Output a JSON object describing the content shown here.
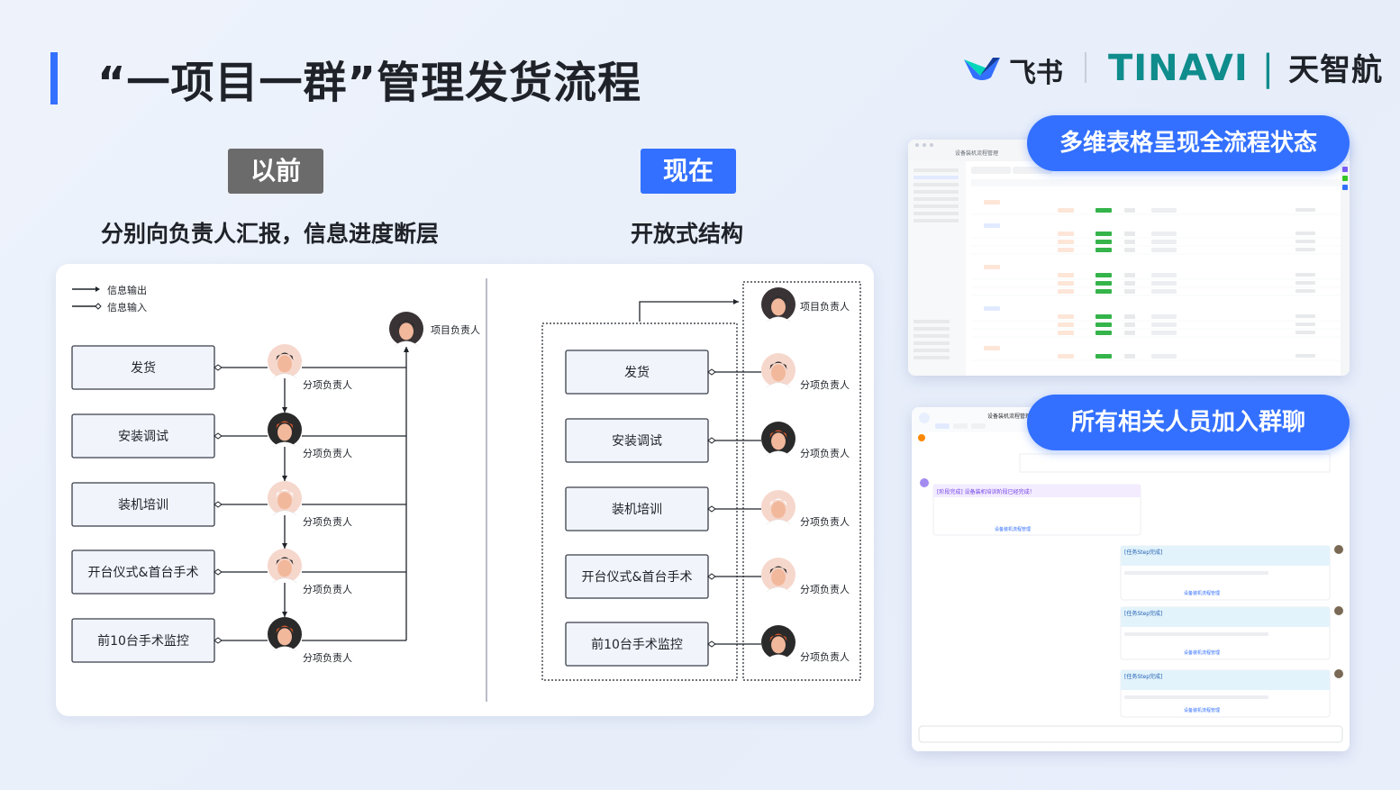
{
  "title": "“一项目一群”管理发货流程",
  "logos": {
    "feishu": "飞书",
    "tinavi": "TINAVI",
    "tinavi_separator": "|",
    "tinavi_cn": "天智航"
  },
  "before": {
    "tag": "以前",
    "subtitle": "分别向负责人汇报，信息进度断层",
    "legend": {
      "output": "信息输出",
      "input": "信息输入"
    },
    "project_owner": "项目负责人",
    "tasks": [
      "发货",
      "安装调试",
      "装机培训",
      "开台仪式&首台手术",
      "前10台手术监控"
    ],
    "sub_owner": "分项负责人"
  },
  "now": {
    "tag": "现在",
    "subtitle": "开放式结构",
    "project_owner": "项目负责人",
    "tasks": [
      "发货",
      "安装调试",
      "装机培训",
      "开台仪式&首台手术",
      "前10台手术监控"
    ],
    "sub_owner": "分项负责人"
  },
  "screens": {
    "table_banner": "多维表格呈现全流程状态",
    "chat_banner": "所有相关人员加入群聊",
    "table_window_title": "设备装机流程管理",
    "chat_window_title": "设备装机流程管理",
    "chat_messages": [
      "[阶段完成] 设备装机培训阶段已经完成！",
      "[任务Step完成]",
      "[任务Step完成]",
      "[任务Step完成]"
    ],
    "chat_source_label": "设备装机流程管理"
  },
  "colors": {
    "accent": "#3370ff",
    "tag_before": "#6b6b6b",
    "teal": "#0f8c8c",
    "box_fill": "#f1f4fb",
    "box_border": "#3a3f4a"
  }
}
